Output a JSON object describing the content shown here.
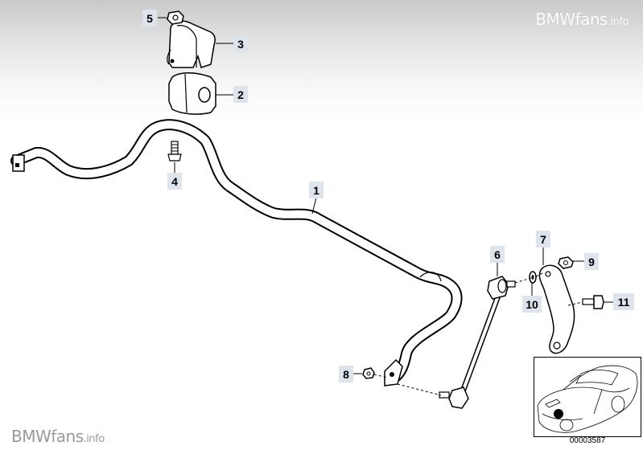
{
  "watermark": {
    "brand": "BMWfans",
    "suffix": ".info"
  },
  "callouts": [
    {
      "id": "part-1",
      "label": "1"
    },
    {
      "id": "part-2",
      "label": "2"
    },
    {
      "id": "part-3",
      "label": "3"
    },
    {
      "id": "part-4",
      "label": "4"
    },
    {
      "id": "part-5",
      "label": "5"
    },
    {
      "id": "part-6",
      "label": "6"
    },
    {
      "id": "part-7",
      "label": "7"
    },
    {
      "id": "part-8",
      "label": "8"
    },
    {
      "id": "part-9",
      "label": "9"
    },
    {
      "id": "part-10",
      "label": "10"
    },
    {
      "id": "part-11",
      "label": "11"
    }
  ],
  "inset": {
    "code": "00003587"
  },
  "colors": {
    "callout_bg": "#dde4ec",
    "line": "#000000",
    "watermark_top": "#ffffff",
    "watermark_bottom": "#9a9a9a"
  }
}
